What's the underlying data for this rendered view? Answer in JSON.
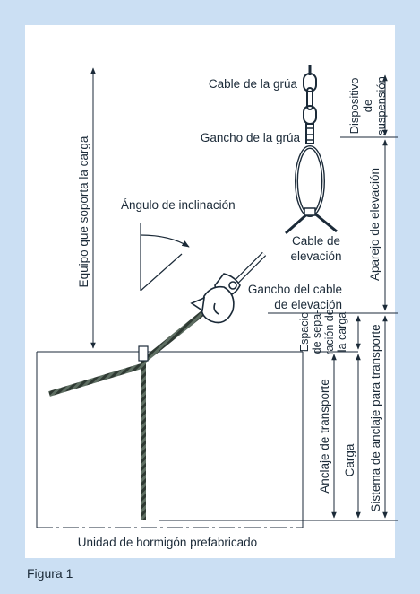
{
  "labels": {
    "crane_cable": "Cable de la grúa",
    "crane_hook": "Gancho de la grúa",
    "suspension_device": [
      "Dispositivo",
      "de",
      "suspensión"
    ],
    "inclination_angle": "Ángulo de inclinación",
    "lifting_cable": [
      "Cable de",
      "elevación"
    ],
    "lifting_gear": "Aparejo de elevación",
    "load_equipment": "Equipo que soporta la carga",
    "cable_hook": [
      "Gancho del cable",
      "de elevación"
    ],
    "separation_space": [
      "Espacio",
      "de sepa-",
      "ración de",
      "la carga"
    ],
    "transport_anchor": "Anclaje de transporte",
    "load": "Carga",
    "transport_anchor_system": "Sistema de anclaje para transporte",
    "precast_unit": "Unidad de hormigón prefabricado",
    "figure_caption": "Figura 1"
  },
  "colors": {
    "background": "#cbdff3",
    "panel": "#ffffff",
    "line": "#1b2a38",
    "rebar": "#4b5a4f"
  }
}
